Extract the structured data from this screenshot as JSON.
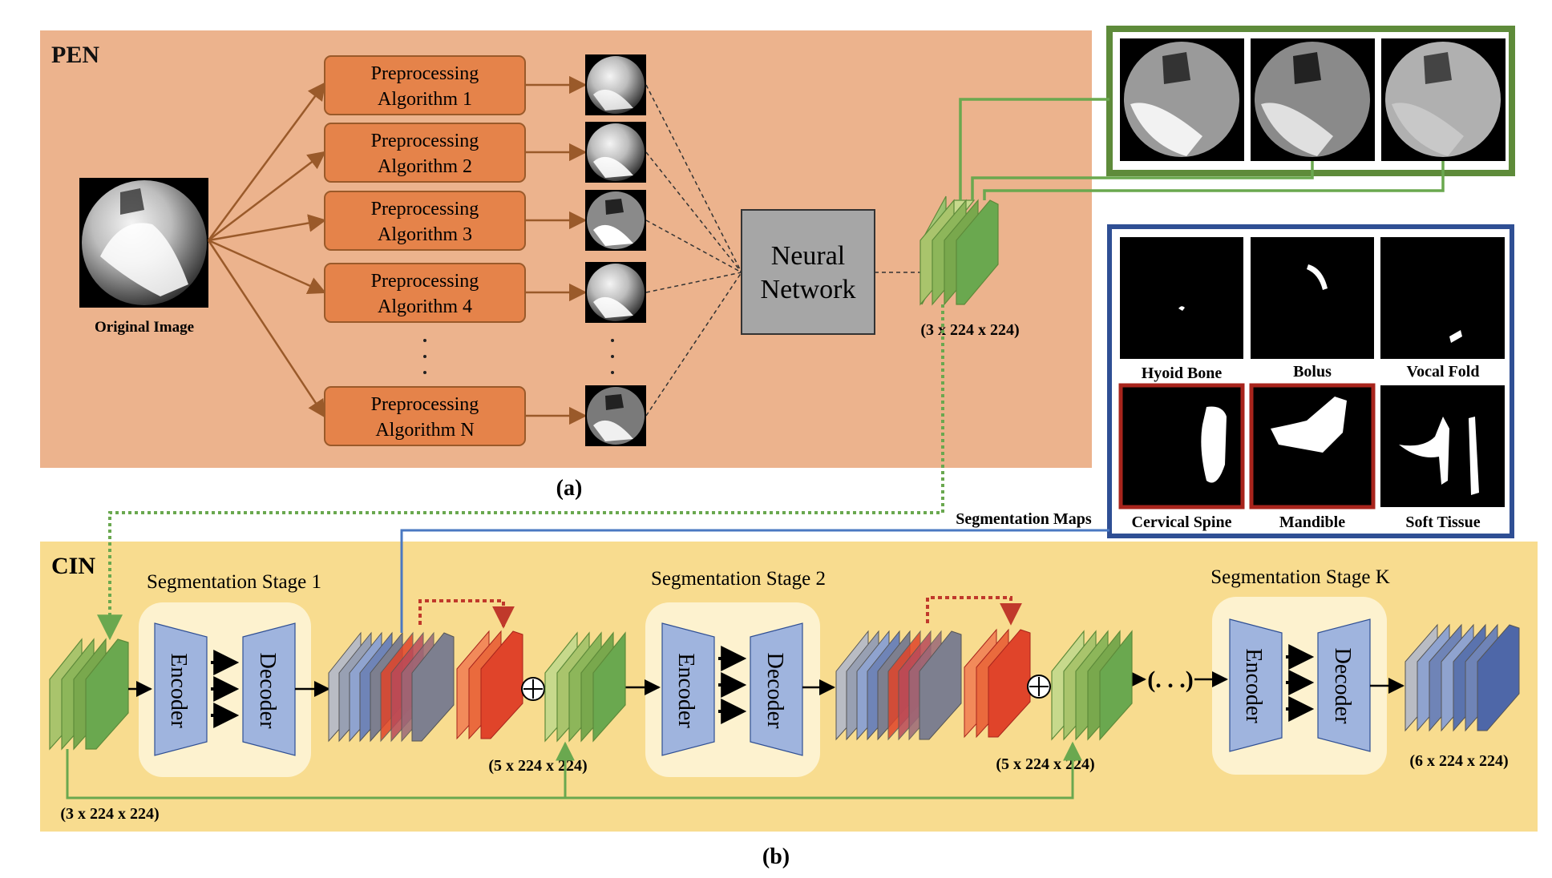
{
  "pen": {
    "title": "PEN",
    "original_label": "Original Image",
    "algorithms": [
      {
        "line1": "Preprocessing",
        "line2": "Algorithm 1"
      },
      {
        "line1": "Preprocessing",
        "line2": "Algorithm 2"
      },
      {
        "line1": "Preprocessing",
        "line2": "Algorithm 3"
      },
      {
        "line1": "Preprocessing",
        "line2": "Algorithm 4"
      },
      {
        "line1": "Preprocessing",
        "line2": "Algorithm N"
      }
    ],
    "network_line1": "Neural",
    "network_line2": "Network",
    "output_dims": "(3 x 224 x 224)",
    "caption": "(a)"
  },
  "seg_maps": {
    "label": "Segmentation Maps",
    "items": [
      "Hyoid Bone",
      "Bolus",
      "Vocal Fold",
      "Cervical Spine",
      "Mandible",
      "Soft Tissue"
    ]
  },
  "cin": {
    "title": "CIN",
    "stages": [
      {
        "title": "Segmentation Stage 1",
        "encoder": "Encoder",
        "decoder": "Decoder"
      },
      {
        "title": "Segmentation Stage 2",
        "encoder": "Encoder",
        "decoder": "Decoder"
      },
      {
        "title": "Segmentation Stage K",
        "encoder": "Encoder",
        "decoder": "Decoder"
      }
    ],
    "input_dims": "(3 x 224 x 224)",
    "concat1_dims": "(5 x 224 x 224)",
    "concat2_dims": "(5 x 224 x 224)",
    "output_dims": "(6 x 224 x 224)",
    "ellipsis": "(. . .)",
    "caption": "(b)"
  },
  "colors": {
    "pen_bg": "#ecb38d",
    "cin_bg": "#f8dc8f",
    "algo_box": "#e5834a",
    "network_box": "#a6a6a6",
    "green_border": "#5e8b3a",
    "blue_border": "#2f4f94",
    "red_border": "#a8241c",
    "green_arrow": "#6aa84f",
    "blue_line": "#4a78c2",
    "red_dotted": "#c0392b"
  }
}
